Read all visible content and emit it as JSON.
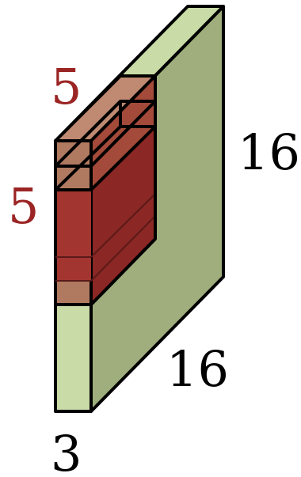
{
  "labels": {
    "kernel_width": "5",
    "kernel_height": "5",
    "input_height": "16",
    "input_width": "16",
    "input_depth": "3"
  },
  "colors": {
    "input_side": "#9fae7c",
    "input_front": "#c9dba6",
    "input_top": "#c9dba6",
    "kernel_front": "#a23530",
    "kernel_side": "#8b2724",
    "kernel_frame": "#b07a61",
    "kernel_top": "#c08a72",
    "kernel_label": "#9b2424",
    "dimension_label": "#000000",
    "outline": "#000000"
  }
}
